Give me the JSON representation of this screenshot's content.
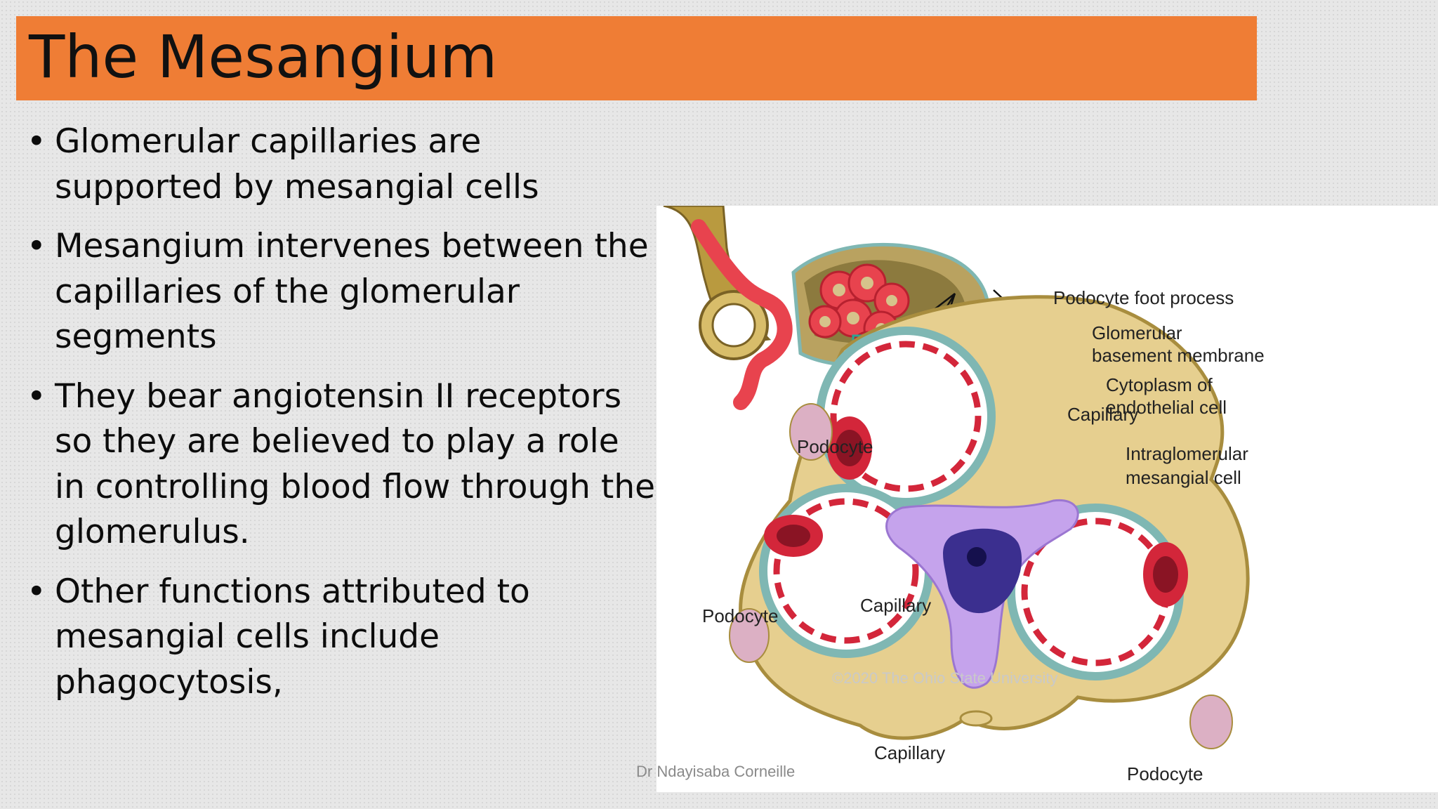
{
  "slide": {
    "title": "The Mesangium",
    "bullet_char": "•",
    "bullets": [
      "Glomerular capillaries are supported by mesangial cells",
      "Mesangium intervenes between the capillaries of the glomerular segments",
      "They bear angiotensin II receptors so they are believed to play a role in controlling blood flow through the glomerulus.",
      "Other functions attributed to mesangial cells include phagocytosis,"
    ],
    "footer": "Dr Ndayisaba Corneille"
  },
  "figure": {
    "labels": {
      "podocyte_foot_process": "Podocyte foot process",
      "glomerular_bm_line1": "Glomerular",
      "glomerular_bm_line2": "basement membrane",
      "cytoplasm_line1": "Cytoplasm of",
      "cytoplasm_line2": "endothelial cell",
      "mesangial_line1": "Intraglomerular",
      "mesangial_line2": "mesangial cell",
      "capillary_top": "Capillary",
      "capillary_left": "Capillary",
      "capillary_right": "Capillary",
      "podocyte_top": "Podocyte",
      "podocyte_left": "Podocyte",
      "podocyte_bottom": "Podocyte",
      "watermark": "©2020 The Ohio State University"
    },
    "colors": {
      "podocyte_fill": "#e6cf8f",
      "podocyte_outline": "#a88d3e",
      "basement_membrane": "#7fb7b3",
      "endothelium": "#d3263a",
      "mesangial_cell": "#c5a3ec",
      "mesangial_nucleus": "#3b2f8f",
      "podocyte_nucleus": "#dcb0c4",
      "tubule": "#b99a3f"
    }
  }
}
